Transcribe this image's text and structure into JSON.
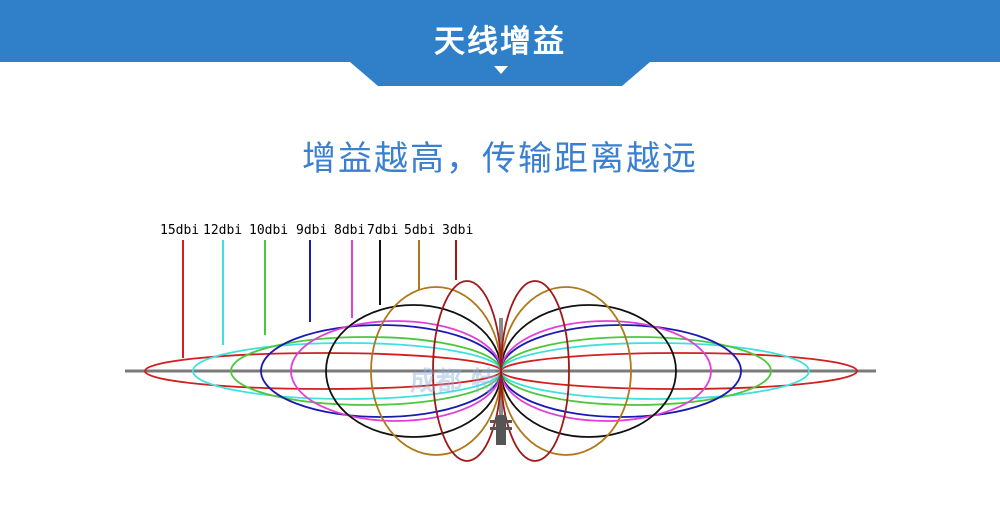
{
  "header": {
    "title": "天线增益",
    "color": "#2f80c9"
  },
  "subtitle": "增益越高，传输距离越远",
  "diagram": {
    "watermark": "成都 特",
    "patterns": [
      {
        "label": "15dbi",
        "gain_dbi": 15,
        "color": "#d0201f"
      },
      {
        "label": "12dbi",
        "gain_dbi": 12,
        "color": "#3fe0e0"
      },
      {
        "label": "10dbi",
        "gain_dbi": 10,
        "color": "#4cc83c"
      },
      {
        "label": "9dbi",
        "gain_dbi": 9,
        "color": "#1a1ab0"
      },
      {
        "label": "8dbi",
        "gain_dbi": 8,
        "color": "#e040d8"
      },
      {
        "label": "7dbi",
        "gain_dbi": 7,
        "color": "#111111"
      },
      {
        "label": "5dbi",
        "gain_dbi": 5,
        "color": "#b07818"
      },
      {
        "label": "3dbi",
        "gain_dbi": 3,
        "color": "#a01818"
      }
    ]
  }
}
